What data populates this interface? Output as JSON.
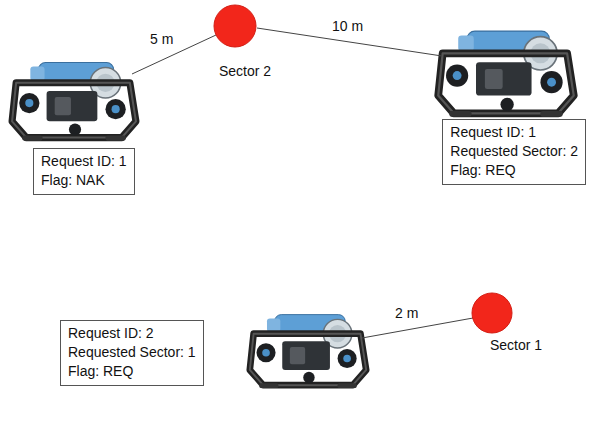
{
  "diagram": {
    "nodes": [
      {
        "text": [
          "Sector 2"
        ]
      },
      {
        "text": [
          "Request ID: 1",
          "Flag: NAK"
        ]
      },
      {
        "text": [
          "Request ID: 1",
          "Requested Sector: 2",
          "Flag: REQ"
        ]
      },
      {
        "text": [
          "Request ID: 2",
          "Requested Sector: 1",
          "Flag: REQ"
        ]
      },
      {
        "text": [
          "Sector 1"
        ]
      }
    ],
    "labels": [
      "5 m",
      "10 m",
      "2 m"
    ]
  }
}
